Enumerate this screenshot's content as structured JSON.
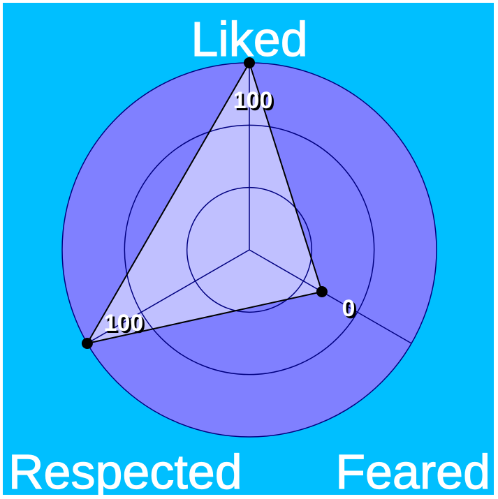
{
  "chart_data": {
    "type": "radar",
    "axes": [
      "Liked",
      "Feared",
      "Respected"
    ],
    "values": [
      100,
      0,
      100
    ],
    "value_labels": [
      "100",
      "0",
      "100"
    ],
    "rmax": 100,
    "rings": 3
  },
  "colors": {
    "background": "#00bfff",
    "outer_disc": "#8080ff",
    "inner_fill": "#c0c0ff",
    "grid_line": "#000080",
    "polygon_line": "#000000",
    "text": "#ffffff"
  }
}
